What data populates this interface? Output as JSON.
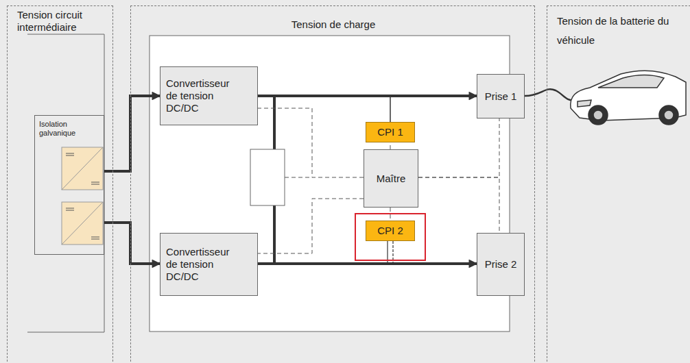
{
  "diagram": {
    "nodes": [
      {
        "text": [
          "Tension circuit intermédiaire"
        ]
      },
      {
        "text": [
          "Isolation galvanique"
        ],
        "in": 0
      },
      {
        "text": [
          "Tension de charge"
        ]
      },
      {
        "text": [
          "Convertisseur de tension DC/DC"
        ],
        "in": 2
      },
      {
        "text": [
          "Convertisseur de tension DC/DC"
        ],
        "in": 2
      },
      {
        "text": [
          "CPI 1"
        ],
        "in": 2
      },
      {
        "text": [
          "Maître"
        ],
        "in": 2
      },
      {
        "text": [
          "CPI 2"
        ],
        "in": 2
      },
      {
        "text": [
          "Prise 1"
        ],
        "in": 2
      },
      {
        "text": [
          "Prise 2"
        ],
        "in": 2
      },
      {
        "text": [
          "Tension de la batterie du véhicule"
        ]
      }
    ],
    "edges": [
      {
        "from": 1,
        "to": 3,
        "arrow": "to"
      },
      {
        "from": 1,
        "to": 4,
        "arrow": "to"
      },
      {
        "from": 3,
        "to": 8,
        "arrow": "to"
      },
      {
        "from": 4,
        "to": 9,
        "arrow": "to"
      },
      {
        "from": 6,
        "to": 3,
        "arrow": "none"
      },
      {
        "from": 6,
        "to": 4,
        "arrow": "none"
      },
      {
        "from": 6,
        "to": 5,
        "arrow": "none"
      },
      {
        "from": 6,
        "to": 7,
        "arrow": "none"
      },
      {
        "from": 6,
        "to": 8,
        "arrow": "none"
      },
      {
        "from": 6,
        "to": 9,
        "arrow": "none"
      }
    ]
  }
}
